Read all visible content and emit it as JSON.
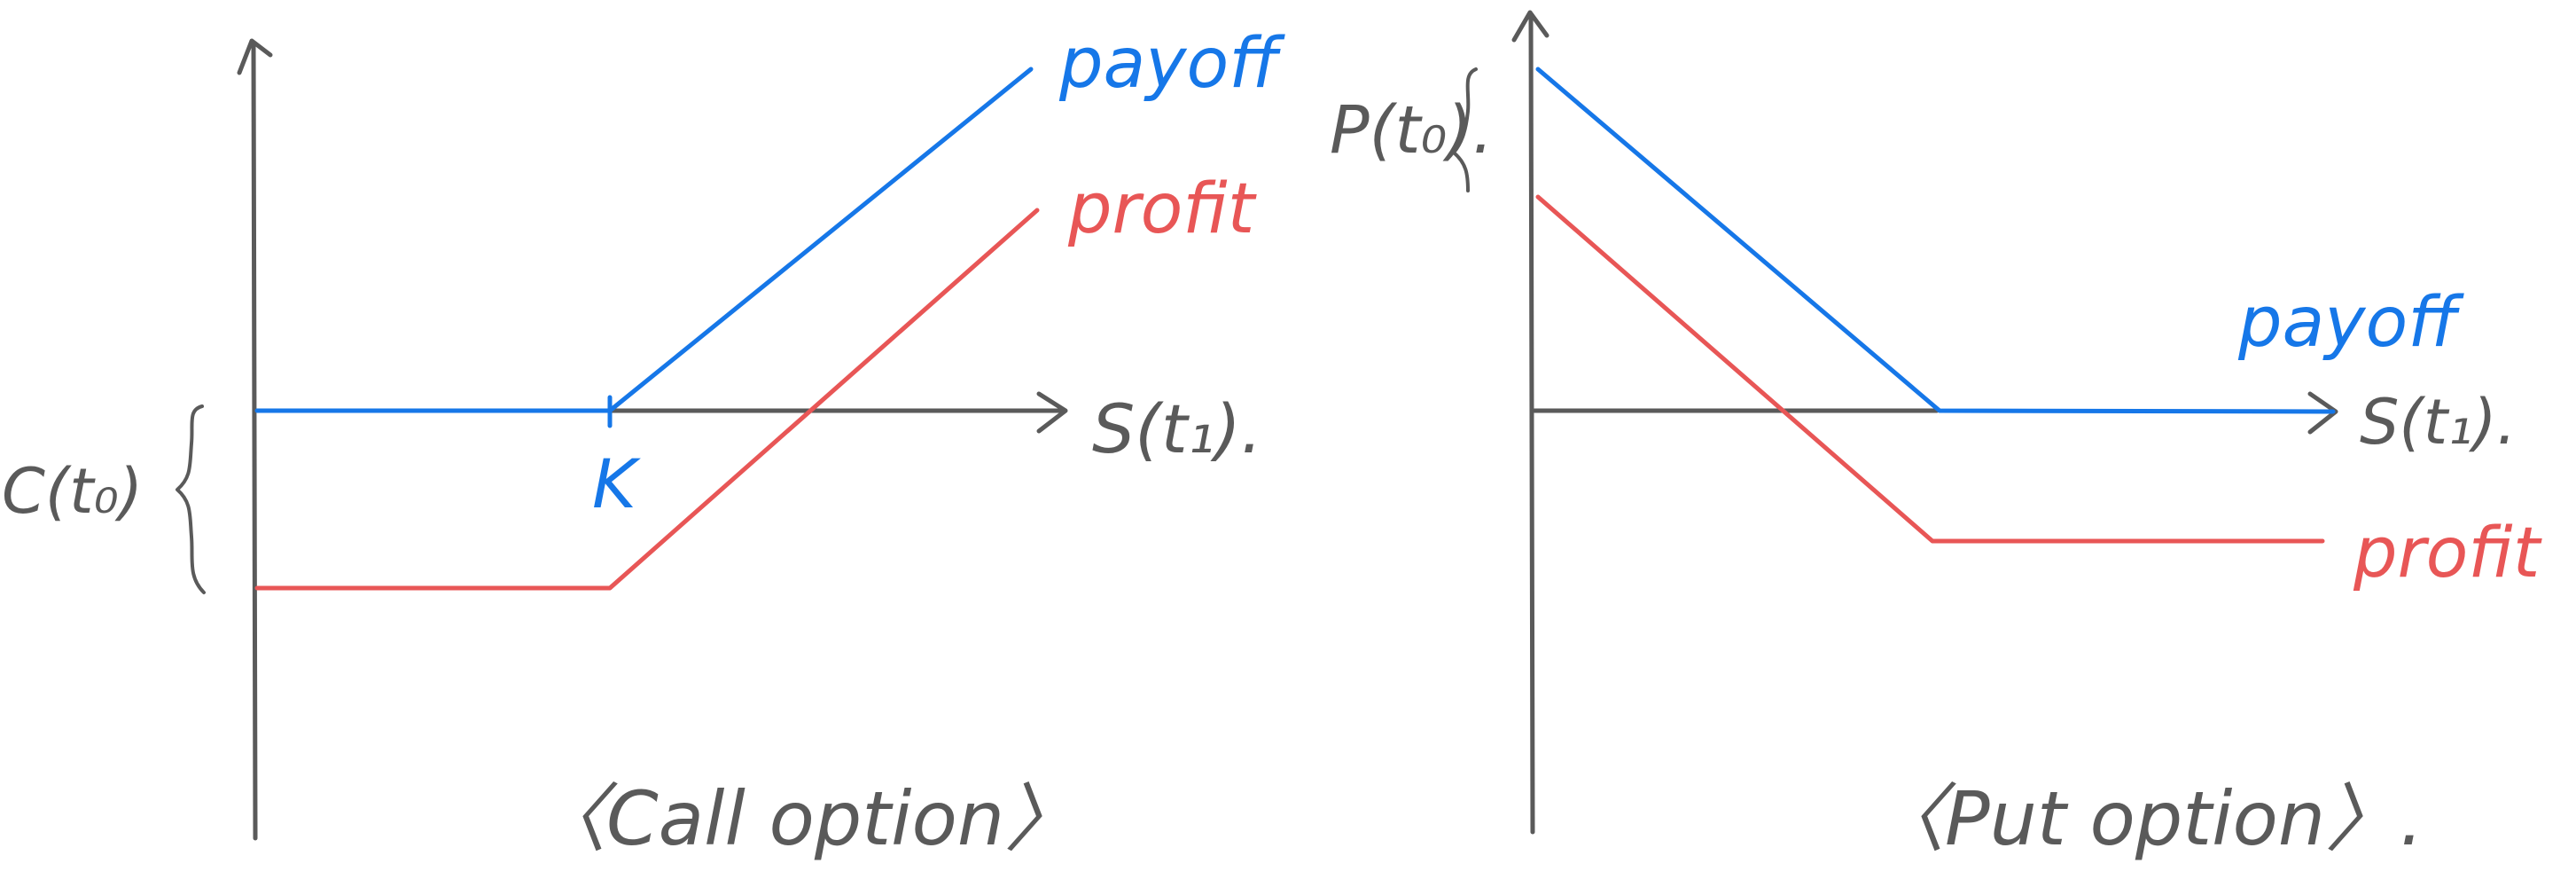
{
  "colors": {
    "axis": "#5a5a5a",
    "payoff": "#1677e8",
    "profit": "#e85656"
  },
  "call_diagram": {
    "payoff_label": "payoff",
    "profit_label": "profit",
    "x_axis_label": "S(t₁).",
    "strike_label": "K",
    "premium_label": "C(t₀)",
    "caption": "〈Call option〉"
  },
  "put_diagram": {
    "payoff_label": "payoff",
    "profit_label": "profit",
    "x_axis_label": "S(t₁).",
    "premium_label": "P(t₀).",
    "caption": "〈Put option〉."
  }
}
